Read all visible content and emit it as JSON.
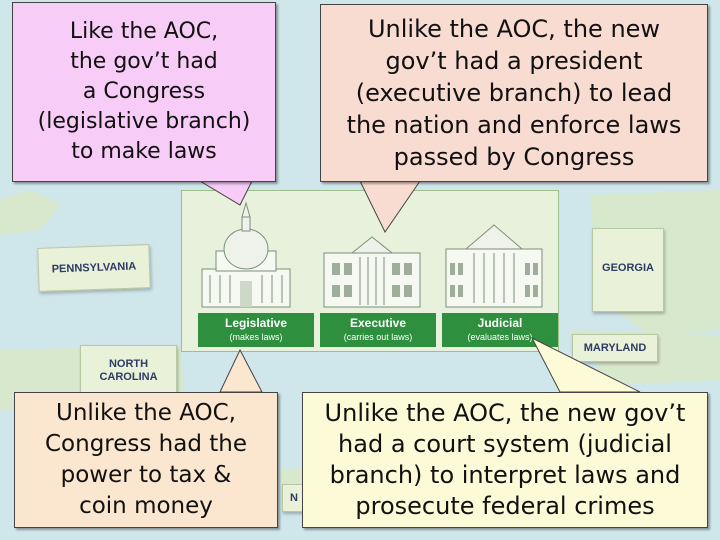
{
  "map_labels": {
    "pennsylvania": "PENNSYLVANIA",
    "georgia": "GEORGIA",
    "north_carolina_line1": "NORTH",
    "north_carolina_line2": "CAROLINA",
    "maryland": "MARYLAND",
    "partial": "N"
  },
  "branches": [
    {
      "name": "Legislative",
      "role": "(makes laws)"
    },
    {
      "name": "Executive",
      "role": "(carries out laws)"
    },
    {
      "name": "Judicial",
      "role": "(evaluates laws)"
    }
  ],
  "callouts": {
    "legislative": [
      "Like the AOC,",
      "the gov’t had",
      "a Congress",
      "(legislative branch)",
      "to make laws"
    ],
    "executive": [
      "Unlike the AOC, the new",
      "gov’t had a president",
      "(executive branch) to lead",
      "the nation and enforce laws",
      "passed by Congress"
    ],
    "taxing": [
      "Unlike the AOC,",
      "Congress had the",
      "power to tax &",
      "coin money"
    ],
    "judicial": [
      "Unlike the AOC, the new gov’t",
      "had a court system (judicial",
      "branch) to interpret laws and",
      "prosecute federal crimes"
    ]
  },
  "colors": {
    "legislative_callout": "#f7ccf7",
    "executive_callout": "#f8dcd2",
    "taxing_callout": "#fbe7cf",
    "judicial_callout": "#fcfad7",
    "branch_label_green": "#2e8f3e"
  }
}
